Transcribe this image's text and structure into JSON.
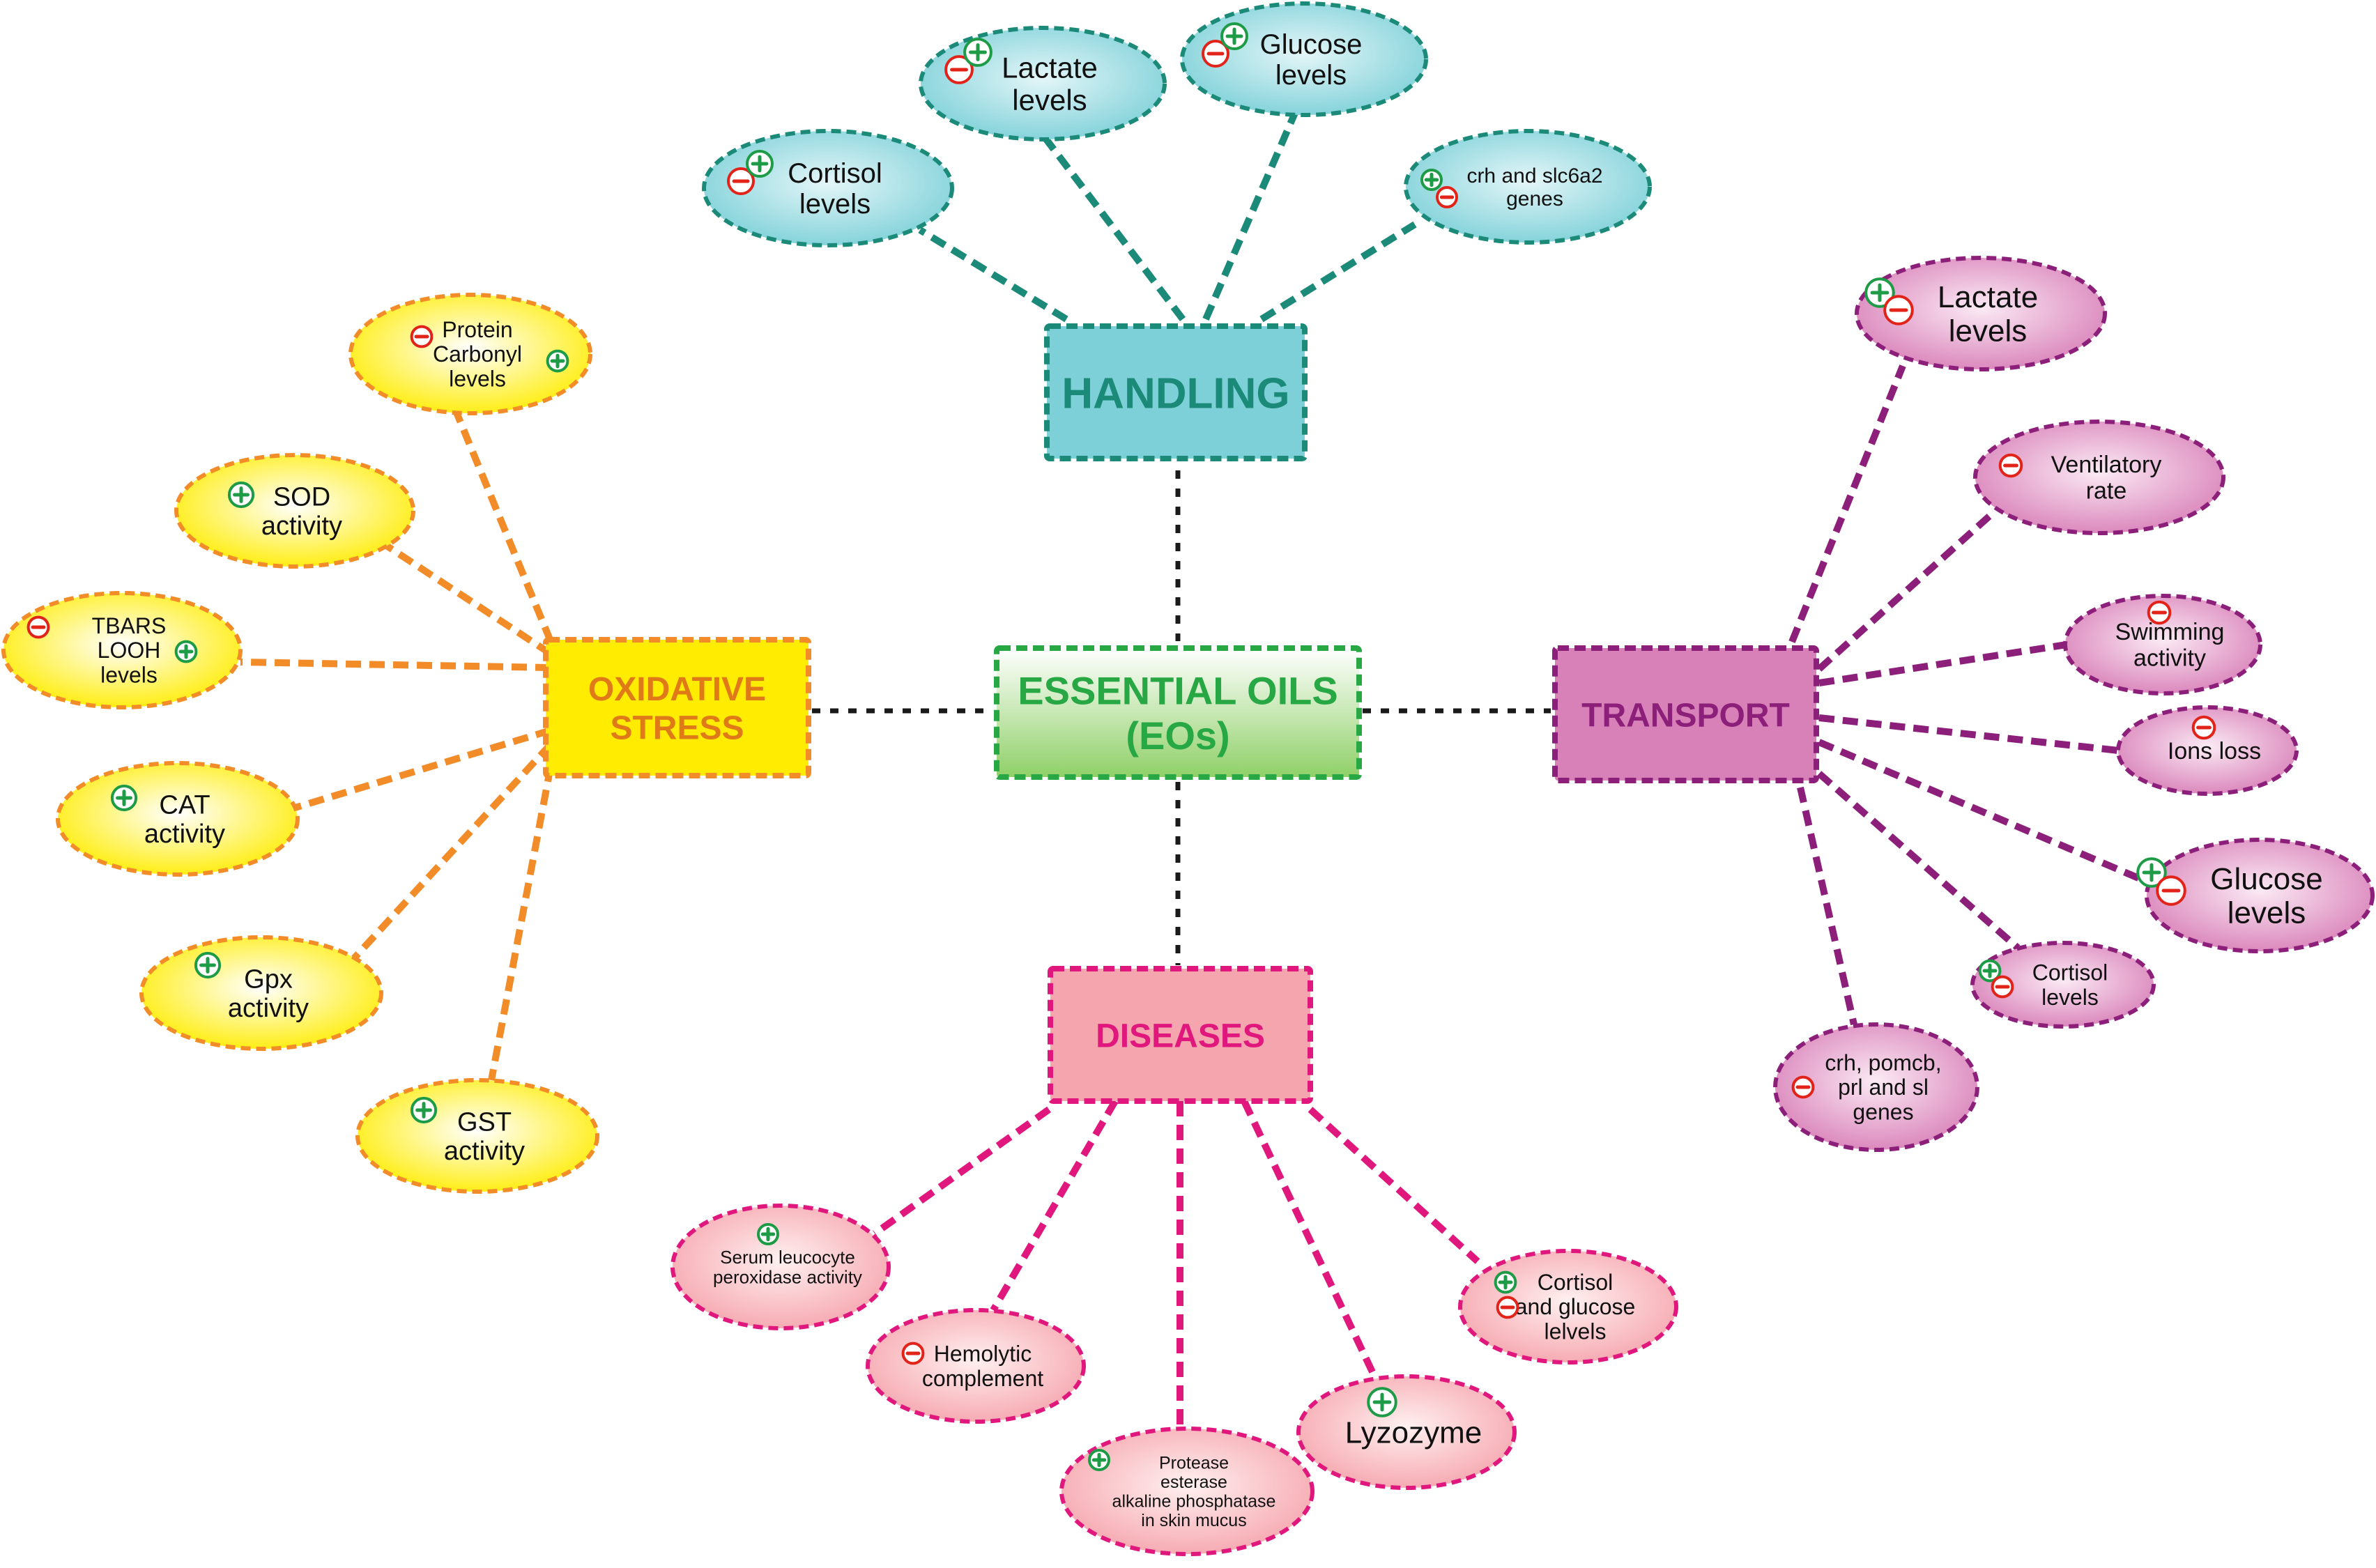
{
  "colors": {
    "handling": "#1b8a78",
    "handling_fill": "#7dd0d8",
    "oxidative": "#f28c28",
    "oxidative_fill": "#ffec00",
    "oxidative_text": "#e07a18",
    "transport": "#8c1f7a",
    "transport_fill": "#d880b8",
    "diseases": "#e0187e",
    "diseases_fill": "#f5a5ad",
    "center": "#27a845",
    "center_fill": "#8fd068",
    "plus": "#1e9b46",
    "minus": "#e2231a",
    "connector": "#1a1a1a"
  },
  "center": {
    "lines": [
      "ESSENTIAL OILS",
      "(EOs)"
    ]
  },
  "hubs": {
    "handling": {
      "label": "HANDLING"
    },
    "oxidative": {
      "lines": [
        "OXIDATIVE",
        "STRESS"
      ]
    },
    "transport": {
      "label": "TRANSPORT"
    },
    "diseases": {
      "label": "DISEASES"
    }
  },
  "handling_nodes": [
    {
      "lines": [
        "Cortisol",
        "levels"
      ],
      "signs": [
        "minus",
        "plus"
      ]
    },
    {
      "lines": [
        "Lactate",
        "levels"
      ],
      "signs": [
        "minus",
        "plus"
      ]
    },
    {
      "lines": [
        "Glucose",
        "levels"
      ],
      "signs": [
        "minus",
        "plus"
      ]
    },
    {
      "lines": [
        "crh and slc6a2",
        "genes"
      ],
      "signs": [
        "plus",
        "minus"
      ]
    }
  ],
  "oxidative_nodes": [
    {
      "lines": [
        "Protein",
        "Carbonyl",
        "levels"
      ],
      "signs": [
        "minus",
        "plus"
      ]
    },
    {
      "lines": [
        "SOD",
        "activity"
      ],
      "signs": [
        "plus"
      ]
    },
    {
      "lines": [
        "TBARS",
        "LOOH",
        "levels"
      ],
      "signs": [
        "minus",
        "plus"
      ]
    },
    {
      "lines": [
        "CAT",
        "activity"
      ],
      "signs": [
        "plus"
      ]
    },
    {
      "lines": [
        "Gpx",
        "activity"
      ],
      "signs": [
        "plus"
      ]
    },
    {
      "lines": [
        "GST",
        "activity"
      ],
      "signs": [
        "plus"
      ]
    }
  ],
  "transport_nodes": [
    {
      "lines": [
        "Lactate",
        "levels"
      ],
      "signs": [
        "plus",
        "minus"
      ]
    },
    {
      "lines": [
        "Ventilatory",
        "rate"
      ],
      "signs": [
        "minus"
      ]
    },
    {
      "lines": [
        "Swimming",
        "activity"
      ],
      "signs": [
        "minus"
      ]
    },
    {
      "lines": [
        "Ions loss"
      ],
      "signs": [
        "minus"
      ]
    },
    {
      "lines": [
        "Glucose",
        "levels"
      ],
      "signs": [
        "plus",
        "minus"
      ]
    },
    {
      "lines": [
        "Cortisol",
        "levels"
      ],
      "signs": [
        "plus",
        "minus"
      ]
    },
    {
      "lines": [
        "crh, pomcb,",
        "prl and sl",
        "genes"
      ],
      "signs": [
        "minus"
      ]
    }
  ],
  "diseases_nodes": [
    {
      "lines": [
        "Serum leucocyte",
        "peroxidase activity"
      ],
      "signs": [
        "plus"
      ]
    },
    {
      "lines": [
        "Hemolytic",
        "complement"
      ],
      "signs": [
        "minus"
      ]
    },
    {
      "lines": [
        "Protease",
        "esterase",
        "alkaline phosphatase",
        "in skin mucus"
      ],
      "signs": [
        "plus"
      ]
    },
    {
      "lines": [
        "Lyzozyme"
      ],
      "signs": [
        "plus"
      ]
    },
    {
      "lines": [
        "Cortisol",
        "and glucose",
        "lelvels"
      ],
      "signs": [
        "plus",
        "minus"
      ]
    }
  ]
}
